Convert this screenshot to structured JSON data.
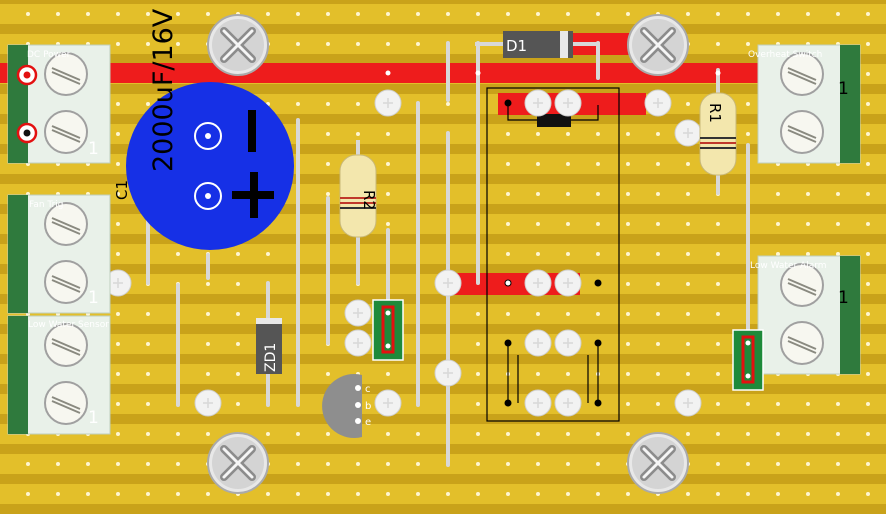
{
  "colors": {
    "board": "#c9a21a",
    "strip": "#e3bf2a",
    "hole": "#fff6d0",
    "cut_track": "#ee1c1c",
    "capacitor": "#1630e6",
    "terminal_block": "#2f7a3d"
  },
  "connectors": {
    "dc_power": "DC Power",
    "fan_trig": "Fan Trig",
    "low_water_sensor": "Low Water Sensor",
    "overheat_switch": "Overheat Switch",
    "low_water_alarm": "Low Water Alarm",
    "pin1": "1"
  },
  "components": {
    "c1_label": "C1",
    "c1_value": "2000uF/16V",
    "c1_minus": "−",
    "c1_plus": "+",
    "d1_label": "D1",
    "zd1_label": "ZD1",
    "r1_label": "R1",
    "r2_label": "R2",
    "transistor_pins": [
      "c",
      "b",
      "e"
    ]
  },
  "icons": [
    "screw-icon",
    "terminal-screw-icon",
    "polarity-marker-icon"
  ]
}
